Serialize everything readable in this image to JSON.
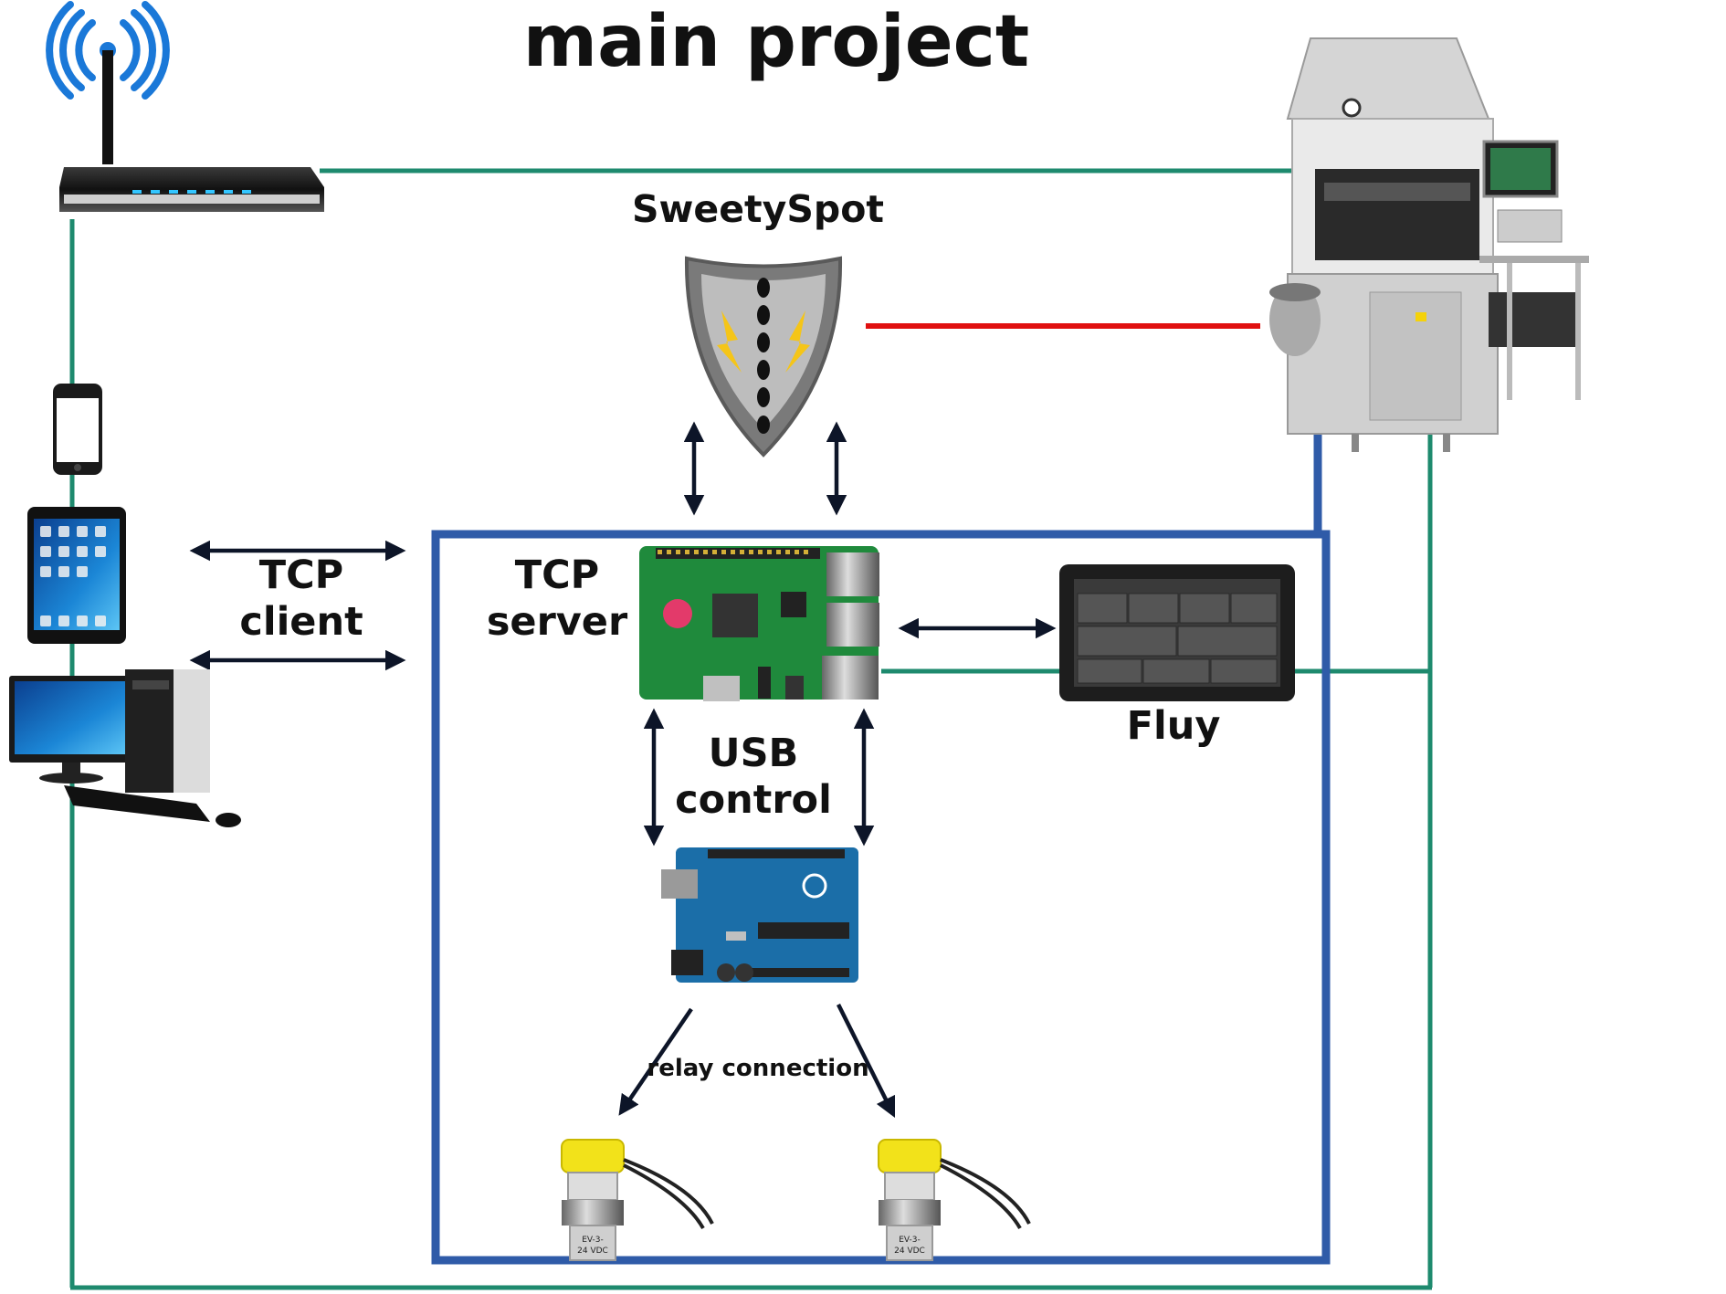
{
  "title": "main project",
  "labels": {
    "sweetyspot": "SweetySpot",
    "tcp_client": [
      "TCP",
      "client"
    ],
    "tcp_server": [
      "TCP",
      "server"
    ],
    "usb_control": [
      "USB",
      "control"
    ],
    "fluy": "Fluy",
    "relay_connection": "relay connection"
  },
  "colors": {
    "network_line": "#1e8a6e",
    "enclosure_border": "#2f5ba8",
    "serial_link": "#e01010",
    "arrow": "#0d1528"
  },
  "icons": [
    "wifi-router-icon",
    "smartphone-icon",
    "tablet-icon",
    "desktop-computer-icon",
    "shield-icon",
    "lab-instrument-icon",
    "raspberry-pi-board-icon",
    "touchscreen-display-icon",
    "arduino-board-icon",
    "solenoid-valve-icon"
  ],
  "valve_markings": [
    "EV-3-",
    "24 VDC"
  ]
}
